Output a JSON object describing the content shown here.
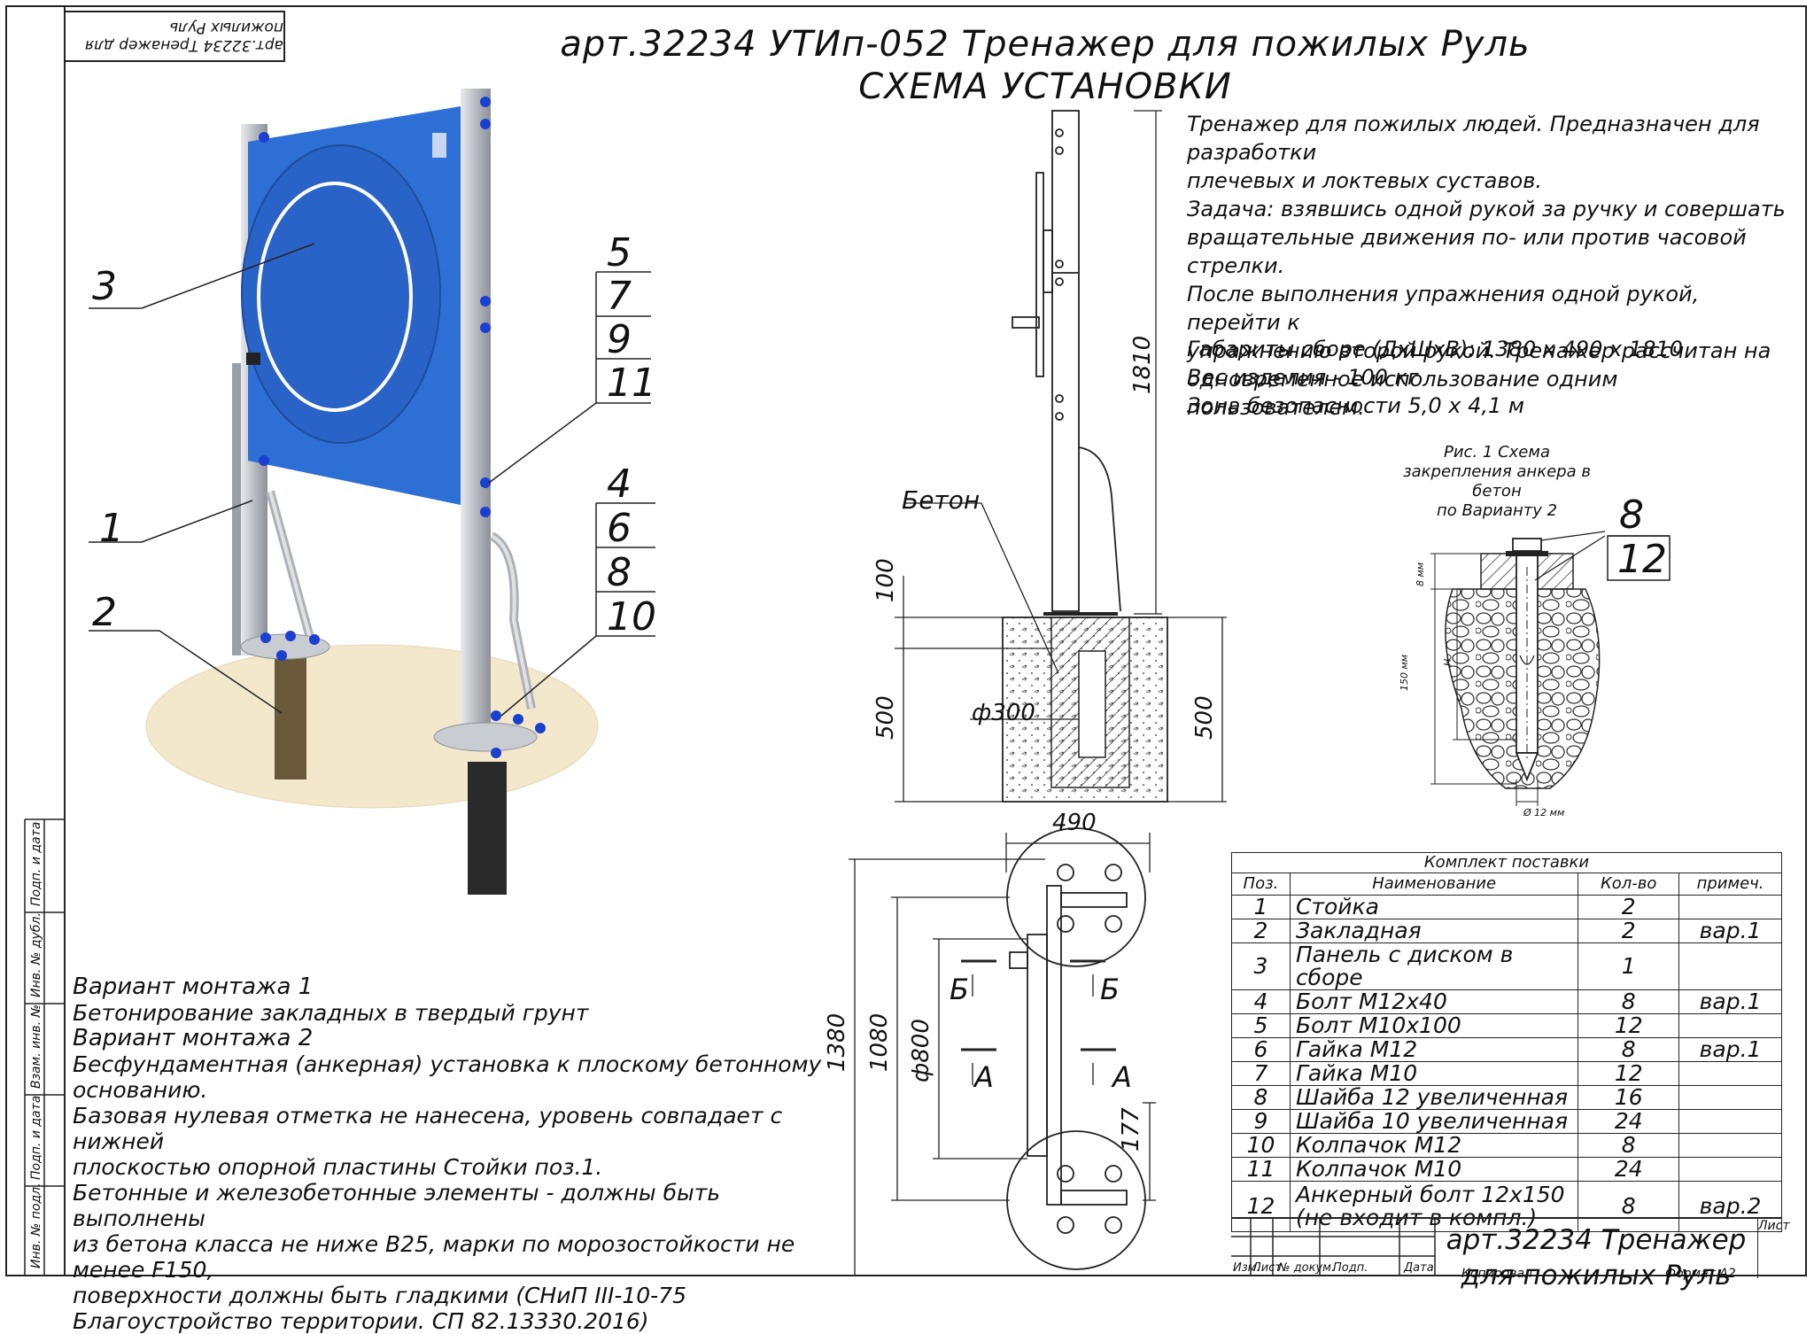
{
  "header": {
    "stamp_upside": "арт.32234 Тренажер для пожилых Руль",
    "title_line1": "арт.32234  УТИп-052 Тренажер для пожилых Руль",
    "title_line2": "СХЕМА УСТАНОВКИ"
  },
  "description": [
    "Тренажер для пожилых людей. Предназначен для разработки",
    "плечевых и локтевых суставов.",
    "Задача: взявшись одной рукой за ручку и совершать",
    "вращательные движения по- или против часовой стрелки.",
    "После выполнения упражнения одной рукой, перейти к",
    "упражнению второй рукой. Тренажер рассчитан на",
    "одновременное использование одним пользователем."
  ],
  "dimensions": [
    "Габариты сборе (ДхШхВ): 1380 х 490 х 1810",
    "Вес изделия - 100 кг",
    "Зона безопасности  5,0 х 4,1 м"
  ],
  "figure_caption": [
    "Рис. 1  Схема",
    "закрепления анкера в бетон",
    "по Варианту 2"
  ],
  "callouts": {
    "c3": "3",
    "c1": "1",
    "c2": "2",
    "right_top": [
      "5",
      "7",
      "9",
      "11"
    ],
    "right_bottom": [
      "4",
      "6",
      "8",
      "10"
    ],
    "anchor": [
      "8",
      "12"
    ]
  },
  "drawing": {
    "beton": "Бетон",
    "d100": "100",
    "d500l": "500",
    "d500r": "500",
    "d1810": "1810",
    "d300": "ф300",
    "d490": "490",
    "d1380": "1380",
    "d1080": "1080",
    "d800": "ф800",
    "d177": "177",
    "secB1": "Б",
    "secB2": "Б",
    "secA1": "А",
    "secA2": "А",
    "anchor_8mm": "8 мм",
    "anchor_H": "H",
    "anchor_150": "150 мм",
    "anchor_d12": "Ø 12 мм"
  },
  "notes": [
    {
      "text": "Вариант монтажа 1",
      "heading": true
    },
    {
      "text": "Бетонирование закладных в твердый грунт",
      "heading": false
    },
    {
      "text": "Вариант монтажа 2",
      "heading": true
    },
    {
      "text": "Бесфундаментная (анкерная) установка к плоскому бетонному основанию.",
      "heading": false
    },
    {
      "text": "Базовая нулевая отметка не нанесена, уровень совпадает с нижней",
      "heading": false
    },
    {
      "text": "плоскостью опорной пластины Стойки  поз.1.",
      "heading": false
    },
    {
      "text": "Бетонные и железобетонные элементы - должны быть выполнены",
      "heading": false
    },
    {
      "text": "из бетона класса не ниже В25, марки по морозостойкости не менее F150,",
      "heading": false
    },
    {
      "text": "поверхности должны быть гладкими (СНиП III-10-75",
      "heading": false
    },
    {
      "text": "Благоустройство территории. СП 82.13330.2016)",
      "heading": false
    }
  ],
  "kit": {
    "caption": "Комплект поставки",
    "headers": [
      "Поз.",
      "Наименование",
      "Кол-во",
      "примеч."
    ],
    "rows": [
      {
        "pos": "1",
        "name": "Стойка",
        "qty": "2",
        "note": ""
      },
      {
        "pos": "2",
        "name": "Закладная",
        "qty": "2",
        "note": "вар.1"
      },
      {
        "pos": "3",
        "name": "Панель с диском в сборе",
        "qty": "1",
        "note": ""
      },
      {
        "pos": "4",
        "name": "Болт М12х40",
        "qty": "8",
        "note": "вар.1"
      },
      {
        "pos": "5",
        "name": "Болт М10х100",
        "qty": "12",
        "note": ""
      },
      {
        "pos": "6",
        "name": "Гайка М12",
        "qty": "8",
        "note": "вар.1"
      },
      {
        "pos": "7",
        "name": "Гайка М10",
        "qty": "12",
        "note": ""
      },
      {
        "pos": "8",
        "name": "Шайба 12 увеличенная",
        "qty": "16",
        "note": ""
      },
      {
        "pos": "9",
        "name": "Шайба 10 увеличенная",
        "qty": "24",
        "note": ""
      },
      {
        "pos": "10",
        "name": "Колпачок М12",
        "qty": "8",
        "note": ""
      },
      {
        "pos": "11",
        "name": "Колпачок М10",
        "qty": "24",
        "note": ""
      }
    ],
    "last": {
      "pos": "12",
      "name1": "Анкерный болт 12х150",
      "name2": "(не входит в компл.)",
      "qty": "8",
      "note": "вар.2"
    }
  },
  "titleblock": {
    "title": "арт.32234  Тренажер для пожилых Руль",
    "sheet": "Лист",
    "cols": [
      "Изм.",
      "Лист",
      "№ докум.",
      "Подп.",
      "Дата"
    ],
    "copied": "Копировал",
    "format": "Формат    А2"
  },
  "side_stamp": [
    "Подп. и дата",
    "Инв. № дубл.",
    "Взам. инв. №",
    "Подп. и дата",
    "Инв. № подл."
  ],
  "colors": {
    "panel": "#2e6fd6",
    "post": "#b8bcc2",
    "ground": "#f3e7cc",
    "steel_dark": "#2a2a2a",
    "cap": "#1a3fd1"
  }
}
